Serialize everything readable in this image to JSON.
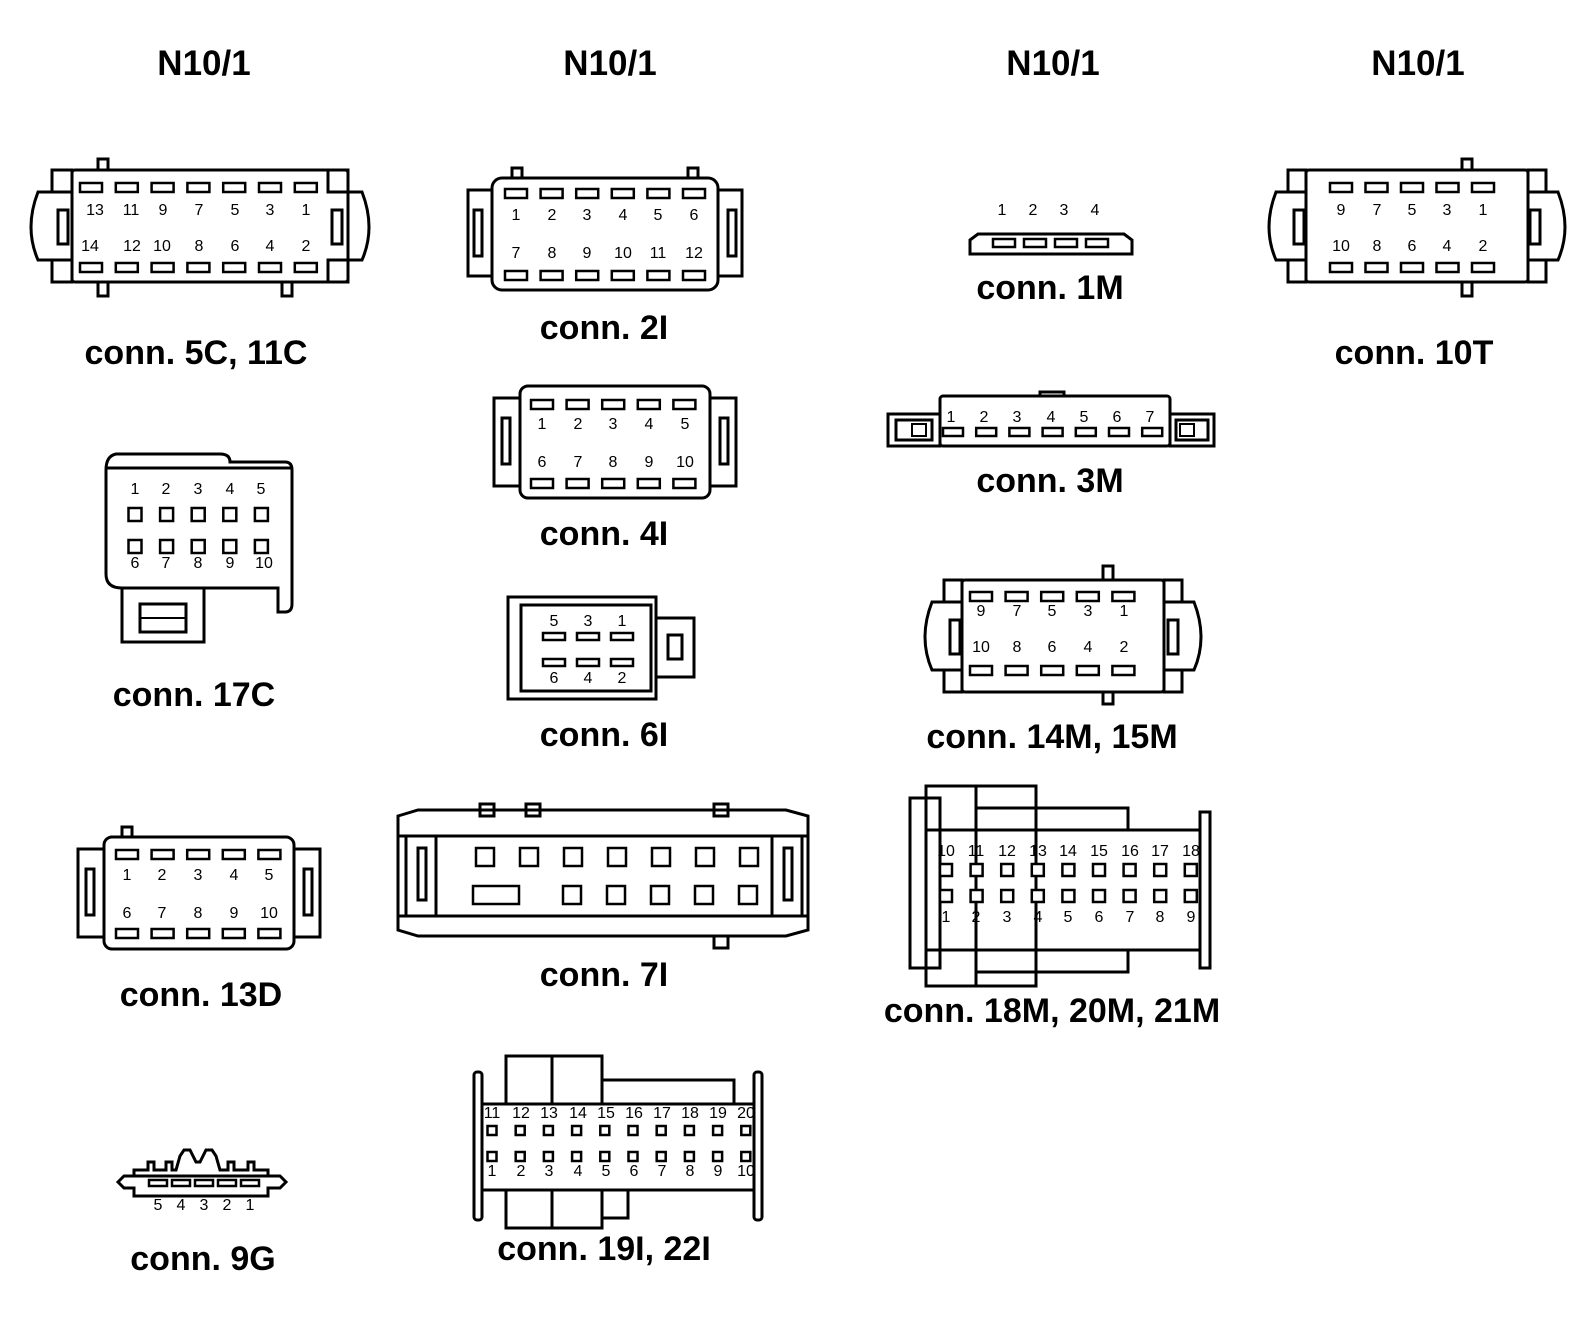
{
  "headers": [
    "N10/1",
    "N10/1",
    "N10/1",
    "N10/1"
  ],
  "connectors": [
    {
      "id": "5C-11C",
      "caption": "conn. 5C, 11C",
      "top_row": [
        "13",
        "11",
        "9",
        "7",
        "5",
        "3",
        "1"
      ],
      "bottom_row": [
        "14",
        "12",
        "10",
        "8",
        "6",
        "4",
        "2"
      ]
    },
    {
      "id": "2I",
      "caption": "conn. 2I",
      "top_row": [
        "1",
        "2",
        "3",
        "4",
        "5",
        "6"
      ],
      "bottom_row": [
        "7",
        "8",
        "9",
        "10",
        "11",
        "12"
      ]
    },
    {
      "id": "1M",
      "caption": "conn. 1M",
      "top_row": [
        "1",
        "2",
        "3",
        "4"
      ]
    },
    {
      "id": "10T",
      "caption": "conn. 10T",
      "top_row": [
        "9",
        "7",
        "5",
        "3",
        "1"
      ],
      "bottom_row": [
        "10",
        "8",
        "6",
        "4",
        "2"
      ]
    },
    {
      "id": "4I",
      "caption": "conn. 4I",
      "top_row": [
        "1",
        "2",
        "3",
        "4",
        "5"
      ],
      "bottom_row": [
        "6",
        "7",
        "8",
        "9",
        "10"
      ]
    },
    {
      "id": "3M",
      "caption": "conn. 3M",
      "top_row": [
        "1",
        "2",
        "3",
        "4",
        "5",
        "6",
        "7"
      ]
    },
    {
      "id": "17C",
      "caption": "conn. 17C",
      "top_row": [
        "1",
        "2",
        "3",
        "4",
        "5"
      ],
      "bottom_row": [
        "6",
        "7",
        "8",
        "9",
        "10"
      ]
    },
    {
      "id": "6I",
      "caption": "conn. 6I",
      "top_row": [
        "5",
        "3",
        "1"
      ],
      "bottom_row": [
        "6",
        "4",
        "2"
      ]
    },
    {
      "id": "14M-15M",
      "caption": "conn. 14M, 15M",
      "top_row": [
        "9",
        "7",
        "5",
        "3",
        "1"
      ],
      "bottom_row": [
        "10",
        "8",
        "6",
        "4",
        "2"
      ]
    },
    {
      "id": "7I",
      "caption": "conn. 7I"
    },
    {
      "id": "13D",
      "caption": "conn. 13D",
      "top_row": [
        "1",
        "2",
        "3",
        "4",
        "5"
      ],
      "bottom_row": [
        "6",
        "7",
        "8",
        "9",
        "10"
      ]
    },
    {
      "id": "18M-20M-21M",
      "caption": "conn. 18M, 20M, 21M",
      "top_row": [
        "10",
        "11",
        "12",
        "13",
        "14",
        "15",
        "16",
        "17",
        "18"
      ],
      "bottom_row": [
        "1",
        "2",
        "3",
        "4",
        "5",
        "6",
        "7",
        "8",
        "9"
      ]
    },
    {
      "id": "9G",
      "caption": "conn. 9G",
      "bottom_row": [
        "5",
        "4",
        "3",
        "2",
        "1"
      ]
    },
    {
      "id": "19I-22I",
      "caption": "conn. 19I, 22I",
      "top_row": [
        "11",
        "12",
        "13",
        "14",
        "15",
        "16",
        "17",
        "18",
        "19",
        "20"
      ],
      "bottom_row": [
        "1",
        "2",
        "3",
        "4",
        "5",
        "6",
        "7",
        "8",
        "9",
        "10"
      ]
    }
  ]
}
